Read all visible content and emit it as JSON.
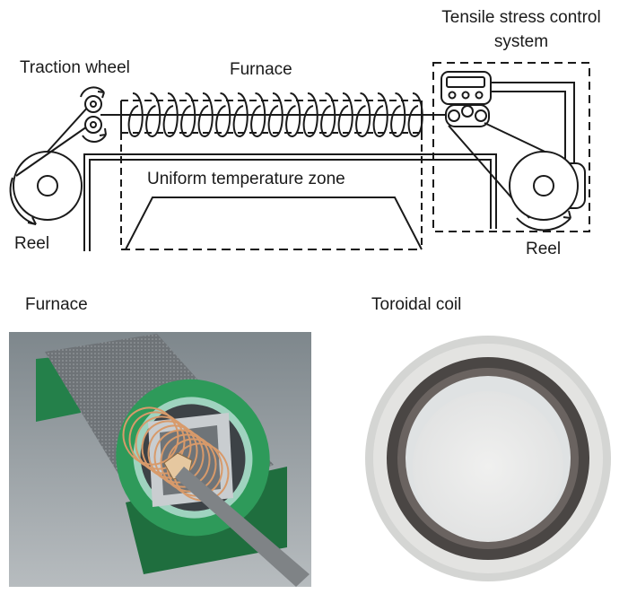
{
  "labels": {
    "traction_wheel": "Traction wheel",
    "furnace_top": "Furnace",
    "tensile_line1": "Tensile stress control",
    "tensile_line2": "system",
    "uniform_zone": "Uniform temperature zone",
    "reel_left": "Reel",
    "reel_right": "Reel",
    "furnace_photo": "Furnace",
    "toroidal_photo": "Toroidal coil"
  },
  "colors": {
    "line": "#1a1a1a",
    "furnace_green": "#2e9a5a",
    "furnace_dark_green": "#1f6e3e",
    "render_bg": "#9aa2a6",
    "coil_copper": "#d89a6a",
    "ring_dark": "#4a4644",
    "ring_outer": "#d8d8d6",
    "ring_inner": "#e9eaea"
  }
}
